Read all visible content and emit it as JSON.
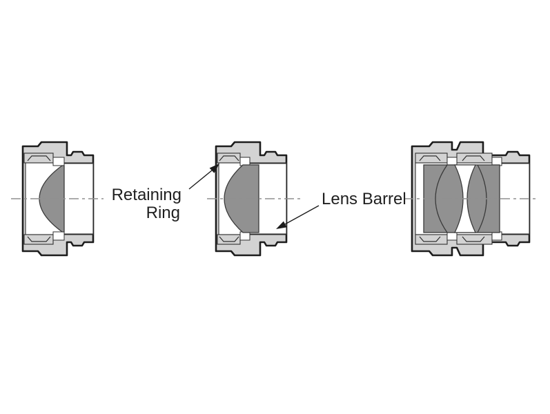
{
  "figure": {
    "type": "technical-diagram",
    "subject": "lens mounting cross-sections",
    "labels": {
      "retaining_ring": {
        "line1": "Retaining",
        "line2": "Ring"
      },
      "lens_barrel": "Lens Barrel"
    },
    "colors": {
      "background": "#ffffff",
      "barrel_fill": "#d3d3d3",
      "lens_fill": "#919191",
      "outline": "#1c1c1c",
      "centerline": "#8f8f8f",
      "text": "#1f1f1f"
    }
  }
}
